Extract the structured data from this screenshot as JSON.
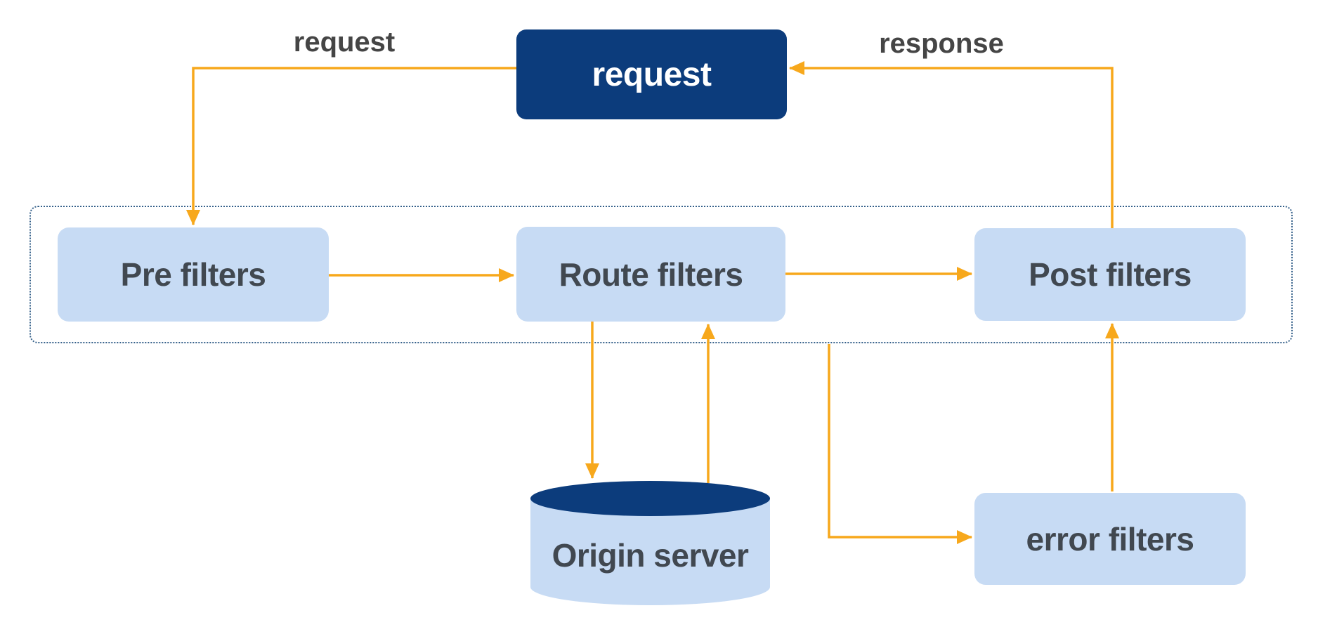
{
  "colors": {
    "canvas_bg": "#ffffff",
    "navy": "#0c3c7c",
    "light_blue": "#c7dbf4",
    "arrow_orange": "#f7a81c",
    "label_dark": "#414850",
    "edge_label_gray": "#454545",
    "container_border": "#35608a"
  },
  "nodes": {
    "request_box": {
      "label": "request",
      "shape": "rounded-box",
      "variant": "navy"
    },
    "pre_filters": {
      "label": "Pre filters",
      "shape": "rounded-box",
      "variant": "light"
    },
    "route_filters": {
      "label": "Route filters",
      "shape": "rounded-box",
      "variant": "light"
    },
    "post_filters": {
      "label": "Post filters",
      "shape": "rounded-box",
      "variant": "light"
    },
    "error_filters": {
      "label": "error filters",
      "shape": "rounded-box",
      "variant": "light"
    },
    "origin_server": {
      "label": "Origin server",
      "shape": "cylinder"
    }
  },
  "edge_labels": {
    "request": "request",
    "response": "response"
  },
  "edges": [
    {
      "from": "request_box",
      "to": "pre_filters",
      "label": "request"
    },
    {
      "from": "pre_filters",
      "to": "route_filters",
      "label": ""
    },
    {
      "from": "route_filters",
      "to": "post_filters",
      "label": ""
    },
    {
      "from": "route_filters",
      "to": "origin_server",
      "label": ""
    },
    {
      "from": "origin_server",
      "to": "route_filters",
      "label": ""
    },
    {
      "from": "filters_container",
      "to": "error_filters",
      "label": ""
    },
    {
      "from": "error_filters",
      "to": "post_filters",
      "label": ""
    },
    {
      "from": "post_filters",
      "to": "request_box",
      "label": "response"
    }
  ]
}
